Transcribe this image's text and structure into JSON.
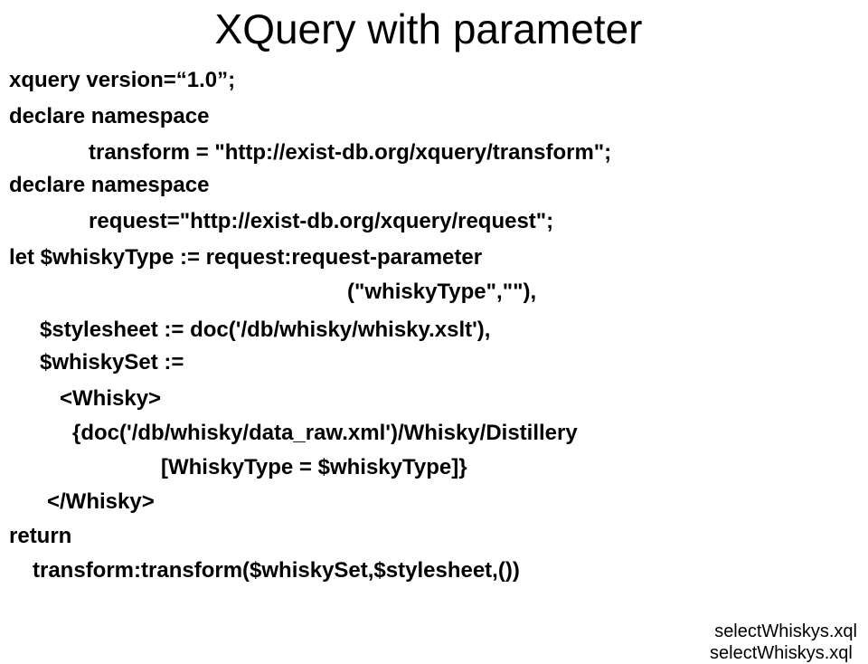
{
  "slide": {
    "title": "XQuery with parameter",
    "code_lines": [
      "xquery version=“1.0”;",
      "declare namespace",
      "transform = \"http://exist-db.org/xquery/transform\";",
      "declare namespace",
      "request=\"http://exist-db.org/xquery/request\";",
      "let $whiskyType := request:request-parameter",
      "(\"whiskyType\",\"\"),",
      "$stylesheet := doc('/db/whisky/whisky.xslt'),",
      "$whiskySet :=",
      "<Whisky>",
      "{doc('/db/whisky/data_raw.xml')/Whisky/Distillery",
      "[WhiskyType = $whiskyType]}",
      "</Whisky>",
      "return",
      "transform:transform($whiskySet,$stylesheet,())"
    ],
    "footer": "selectWhiskys.xql",
    "footer_overflow": "selectWhiskys.xql"
  }
}
